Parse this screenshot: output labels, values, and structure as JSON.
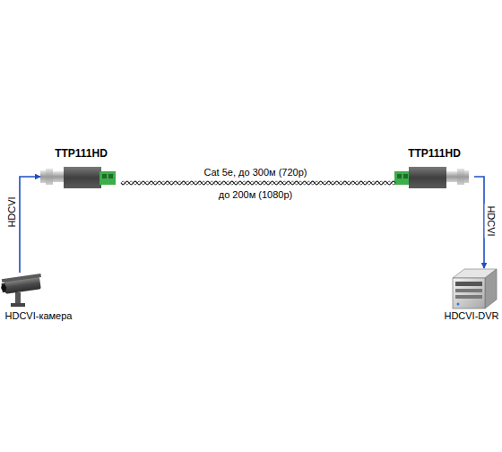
{
  "diagram": {
    "nodes": [
      {
        "text": [
          "HDCVI-камера"
        ]
      },
      {
        "text": [
          "TTP111HD"
        ]
      },
      {
        "text": [
          "TTP111HD"
        ]
      },
      {
        "text": [
          "HDCVI-DVR"
        ]
      }
    ],
    "edges": [
      {
        "from": 0,
        "to": 1,
        "arrow": "to",
        "label": "HDCVI"
      },
      {
        "from": 1,
        "to": 2,
        "arrow": "none",
        "label": "Cat 5e, до 300м (720p)"
      },
      {
        "from": 2,
        "to": 3,
        "arrow": "to",
        "label": "HDCVI"
      }
    ],
    "labels": [
      "до 200м (1080p)"
    ]
  }
}
